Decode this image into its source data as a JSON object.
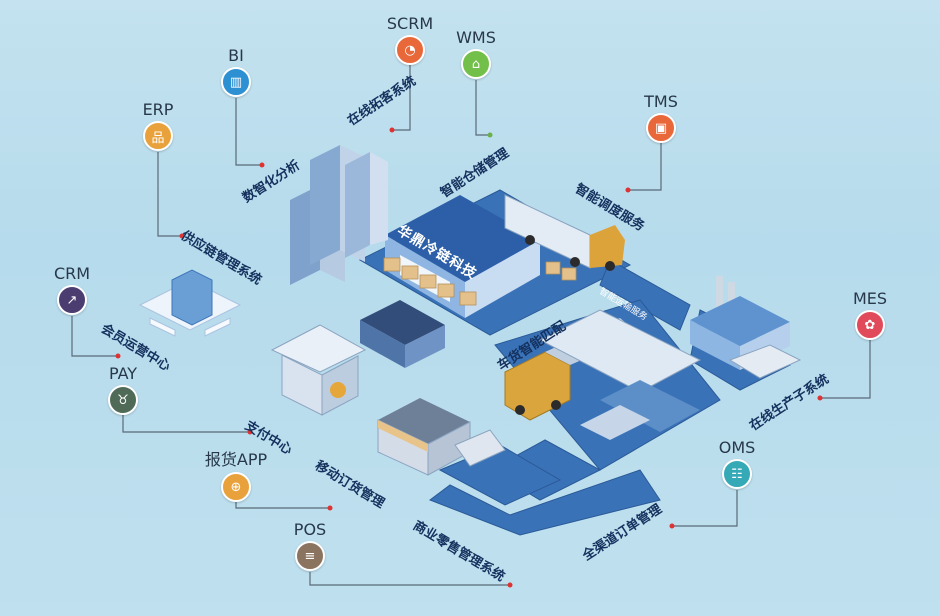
{
  "nodes": {
    "scrm": {
      "label": "SCRM",
      "color": "#e9683a",
      "icon": "pie-chart-icon"
    },
    "wms": {
      "label": "WMS",
      "color": "#72c049",
      "icon": "warehouse-icon"
    },
    "bi": {
      "label": "BI",
      "color": "#2c90d2",
      "icon": "bar-chart-icon"
    },
    "erp": {
      "label": "ERP",
      "color": "#e9a23b",
      "icon": "org-chart-icon"
    },
    "tms": {
      "label": "TMS",
      "color": "#e9683a",
      "icon": "box-icon"
    },
    "crm": {
      "label": "CRM",
      "color": "#4b3d70",
      "icon": "trend-chart-icon"
    },
    "mes": {
      "label": "MES",
      "color": "#e04a5a",
      "icon": "gear-icon"
    },
    "pay": {
      "label": "PAY",
      "color": "#4f6b58",
      "icon": "basket-icon"
    },
    "oms": {
      "label": "OMS",
      "color": "#36a9b6",
      "icon": "order-icon"
    },
    "app": {
      "label": "报货APP",
      "color": "#e9a23b",
      "icon": "globe-icon"
    },
    "pos": {
      "label": "POS",
      "color": "#8a7460",
      "icon": "database-icon"
    }
  },
  "systems": {
    "online_customer": "在线拓客系统",
    "smart_warehouse": "智能仓储管理",
    "data_analysis": "数智化分析",
    "supply_chain": "供应链管理系统",
    "smart_dispatch": "智能调度服务",
    "member_ops": "会员运营中心",
    "vehicle_match": "车货智能匹配",
    "payment_center": "支付中心",
    "online_production": "在线生产子系统",
    "mobile_order": "移动订货管理",
    "retail_mgmt": "商业零售管理系统",
    "omni_order": "全渠道订单管理"
  },
  "scene": {
    "company_sign": "华鼎冷链科技",
    "road_sign": "智能运输服务"
  }
}
